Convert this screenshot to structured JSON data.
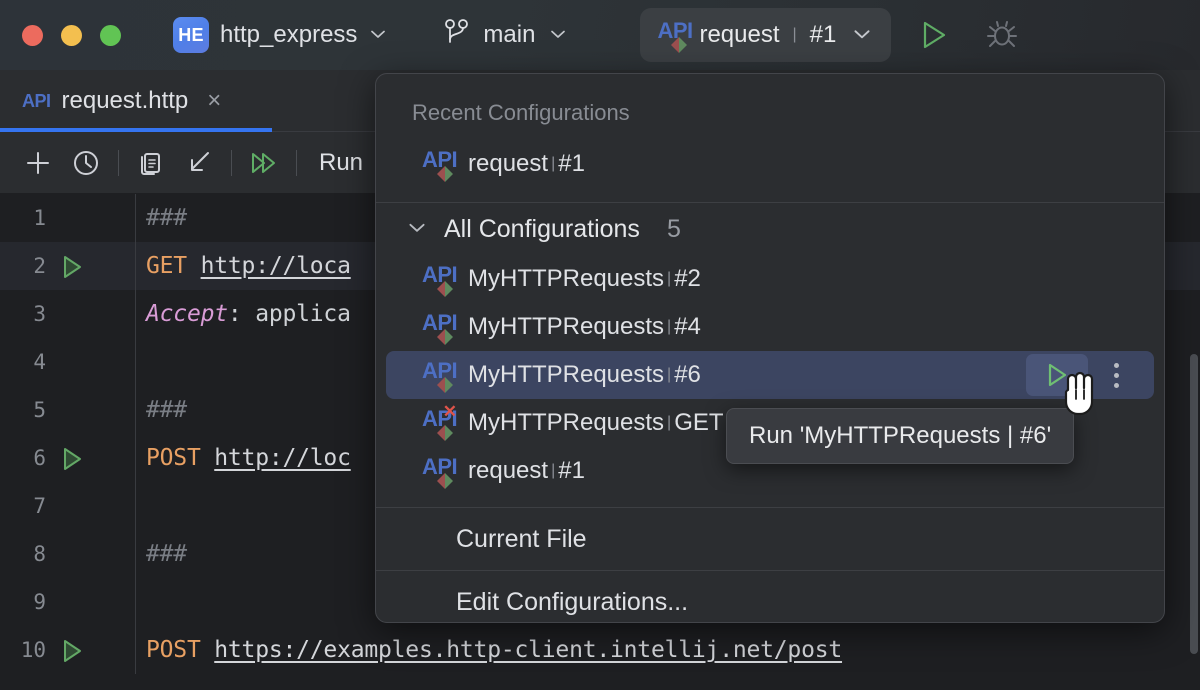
{
  "window": {
    "traffic_lights": [
      "close",
      "minimize",
      "zoom"
    ],
    "project_badge": "HE",
    "project_name": "http_express",
    "branch_name": "main",
    "run_config": {
      "name": "request",
      "separator": "|",
      "number": "#1"
    },
    "run_button_title": "Run",
    "debug_button_title": "Debug"
  },
  "editor": {
    "tab": {
      "file_type": "API",
      "filename": "request.http",
      "close": "×"
    },
    "toolbar": {
      "add": "add-request",
      "history": "history",
      "copy": "examples",
      "import": "import",
      "run_all": "run-all",
      "run_label": "Run"
    },
    "lines": [
      {
        "no": "1",
        "play": false,
        "tokens": [
          {
            "t": "comment",
            "v": "###"
          }
        ]
      },
      {
        "no": "2",
        "play": true,
        "highlight": true,
        "tokens": [
          {
            "t": "method",
            "v": "GET"
          },
          {
            "t": "text",
            "v": " "
          },
          {
            "t": "url",
            "v": "http://loca"
          }
        ]
      },
      {
        "no": "3",
        "play": false,
        "tokens": [
          {
            "t": "header",
            "v": "Accept"
          },
          {
            "t": "punct",
            "v": ": "
          },
          {
            "t": "text",
            "v": "applica"
          }
        ]
      },
      {
        "no": "4",
        "play": false,
        "tokens": []
      },
      {
        "no": "5",
        "play": false,
        "tokens": [
          {
            "t": "comment",
            "v": "###"
          }
        ]
      },
      {
        "no": "6",
        "play": true,
        "tokens": [
          {
            "t": "method",
            "v": "POST"
          },
          {
            "t": "text",
            "v": " "
          },
          {
            "t": "url",
            "v": "http://loc"
          }
        ]
      },
      {
        "no": "7",
        "play": false,
        "tokens": []
      },
      {
        "no": "8",
        "play": false,
        "tokens": [
          {
            "t": "comment",
            "v": "###"
          }
        ]
      },
      {
        "no": "9",
        "play": false,
        "tokens": []
      },
      {
        "no": "10",
        "play": true,
        "tokens": [
          {
            "t": "method",
            "v": "POST"
          },
          {
            "t": "text",
            "v": " "
          },
          {
            "t": "url",
            "v": "https://examples.http-client.intellij.net/post"
          }
        ]
      }
    ]
  },
  "popup": {
    "recent_title": "Recent Configurations",
    "recent_items": [
      {
        "icon": "api-icon",
        "name": "request",
        "sep": "|",
        "num": "#1",
        "error": false
      }
    ],
    "group": {
      "chevron": "chevron-down",
      "title": "All Configurations",
      "count": "5"
    },
    "all_items": [
      {
        "icon": "api-icon",
        "name": "MyHTTPRequests",
        "sep": "|",
        "num": "#2",
        "error": false,
        "selected": false
      },
      {
        "icon": "api-icon",
        "name": "MyHTTPRequests",
        "sep": "|",
        "num": "#4",
        "error": false,
        "selected": false
      },
      {
        "icon": "api-icon",
        "name": "MyHTTPRequests",
        "sep": "|",
        "num": "#6",
        "error": false,
        "selected": true
      },
      {
        "icon": "api-icon",
        "name": "MyHTTPRequests",
        "sep": "|",
        "num": "GET",
        "error": true,
        "selected": false
      },
      {
        "icon": "api-icon",
        "name": "request",
        "sep": "|",
        "num": "#1",
        "error": false,
        "selected": false
      }
    ],
    "current_file": "Current File",
    "edit_configurations": "Edit Configurations..."
  },
  "tooltip": {
    "text": "Run 'MyHTTPRequests | #6'"
  },
  "colors": {
    "accent_blue": "#3574f0",
    "selection_blue": "#3c4561",
    "hover_blue": "#4a5578",
    "run_green": "#59a869",
    "error_red": "#e0544a",
    "popup_bg": "#2b2d30",
    "editor_bg": "#1e1f22",
    "titlebar_bg": "#2d3339",
    "api_blue": "#4d6fc4"
  }
}
